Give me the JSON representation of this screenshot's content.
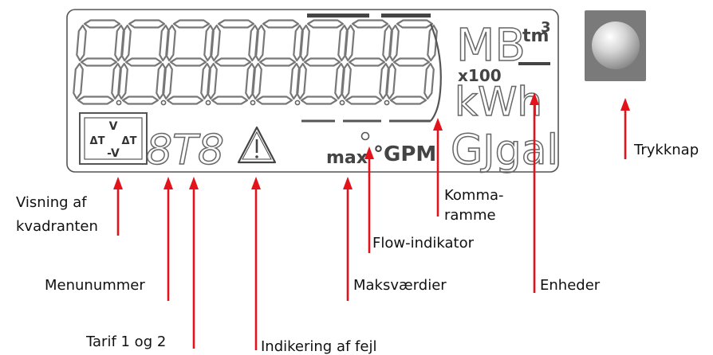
{
  "lcd": {
    "quadrant_symbols": [
      "V",
      "ΔT",
      "ΔT",
      "-V"
    ],
    "menu_digits": "8T8",
    "max_text": "max",
    "gpm_text": "°GPM",
    "unit_top": "MB",
    "unit_tm": "tm",
    "unit_sup": "3",
    "unit_x100": "x100",
    "unit_mid": "kWh",
    "unit_bottom": "GJgal"
  },
  "callouts": [
    {
      "id": "quadrant",
      "lines": [
        "Visning af",
        "kvadranten"
      ]
    },
    {
      "id": "menu",
      "lines": [
        "Menunummer"
      ]
    },
    {
      "id": "tariff",
      "lines": [
        "Tarif 1 og 2"
      ]
    },
    {
      "id": "error",
      "lines": [
        "Indikering af fejl"
      ]
    },
    {
      "id": "max",
      "lines": [
        "Maksværdier"
      ]
    },
    {
      "id": "flow",
      "lines": [
        "Flow-indikator"
      ]
    },
    {
      "id": "comma",
      "lines": [
        "Komma-",
        "ramme"
      ]
    },
    {
      "id": "units",
      "lines": [
        "Enheder"
      ]
    },
    {
      "id": "button",
      "lines": [
        "Trykknap"
      ]
    }
  ],
  "colors": {
    "arrow": "#e3121b",
    "button_outer": "#7a7a7a"
  }
}
